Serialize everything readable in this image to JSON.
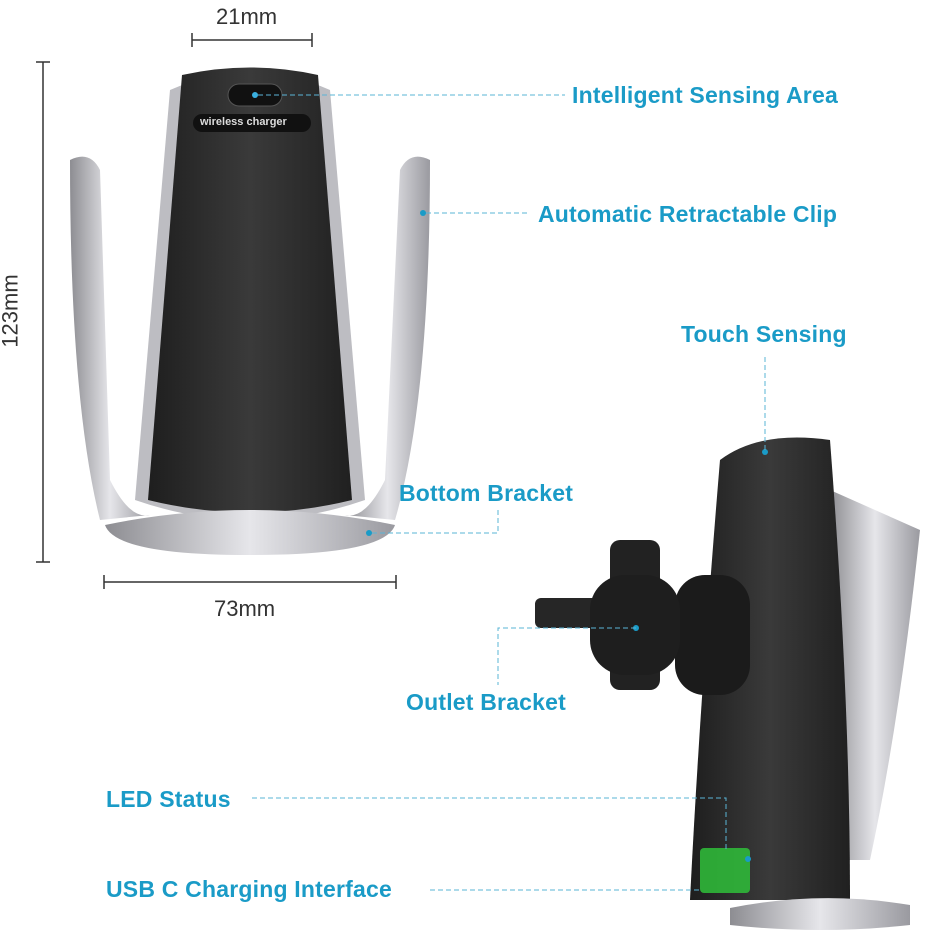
{
  "dimensions": {
    "width_top": "21mm",
    "width_bottom": "73mm",
    "height": "123mm"
  },
  "badge": "wireless charger",
  "labels": {
    "sensing_area": "Intelligent Sensing Area",
    "retractable_clip": "Automatic Retractable Clip",
    "touch_sensing": "Touch Sensing",
    "bottom_bracket": "Bottom Bracket",
    "outlet_bracket": "Outlet Bracket",
    "led_status": "LED Status",
    "usb_c": "USB C Charging Interface"
  },
  "colors": {
    "label": "#1a9bc7",
    "body": "#2a2a2a",
    "silver": "#c8c8cc",
    "led": "#2fbf3a"
  }
}
